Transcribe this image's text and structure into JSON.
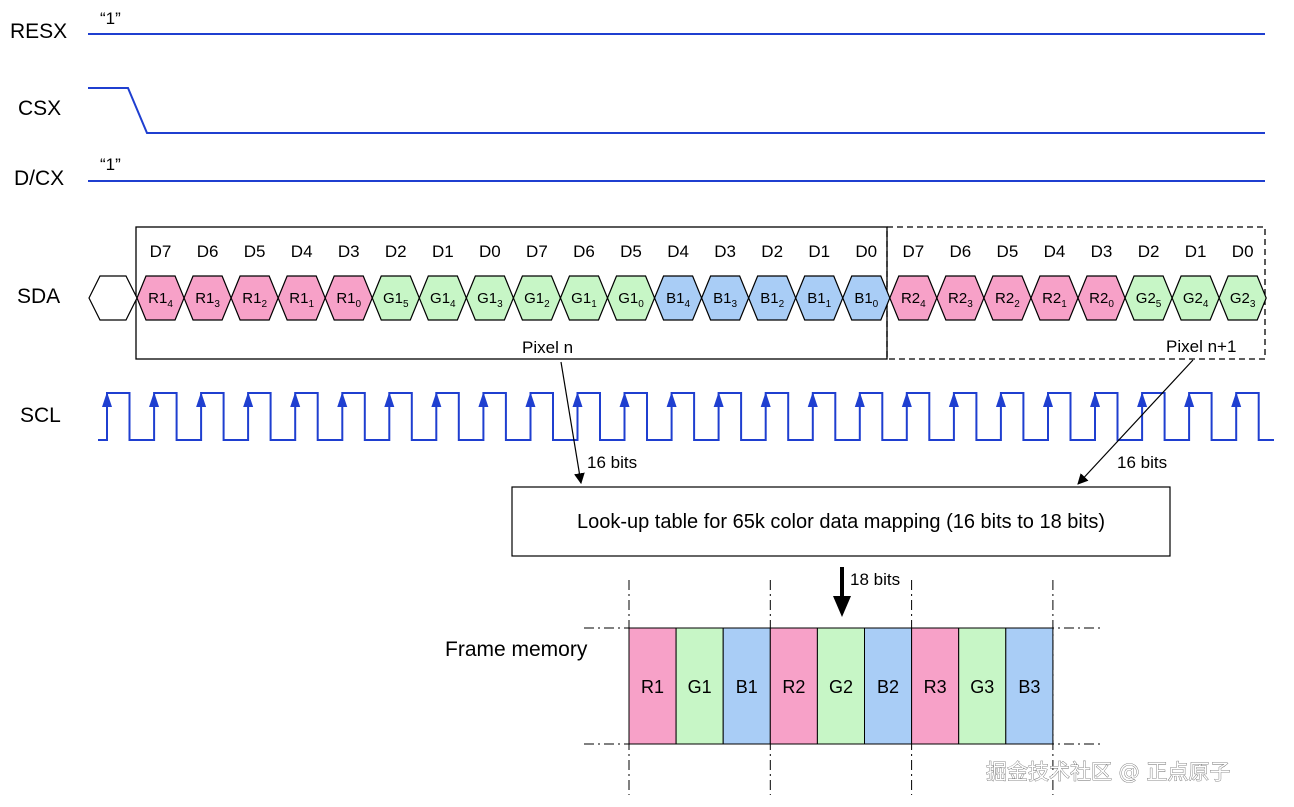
{
  "colors": {
    "signal": "#1f3fd0",
    "red": "#f7a1c8",
    "green": "#c7f6c6",
    "blue": "#a9cdf6",
    "outline": "#000000"
  },
  "signals": {
    "resx": {
      "label": "RESX",
      "level": "“1”"
    },
    "csx": {
      "label": "CSX"
    },
    "dcx": {
      "label": "D/CX",
      "level": "“1”"
    },
    "sda": {
      "label": "SDA"
    },
    "scl": {
      "label": "SCL"
    }
  },
  "bit_labels": [
    "D7",
    "D6",
    "D5",
    "D4",
    "D3",
    "D2",
    "D1",
    "D0",
    "D7",
    "D6",
    "D5",
    "D4",
    "D3",
    "D2",
    "D1",
    "D0",
    "D7",
    "D6",
    "D5",
    "D4",
    "D3",
    "D2",
    "D1",
    "D0"
  ],
  "sda_cells": [
    {
      "base": "R1",
      "sub": "4",
      "color": "red"
    },
    {
      "base": "R1",
      "sub": "3",
      "color": "red"
    },
    {
      "base": "R1",
      "sub": "2",
      "color": "red"
    },
    {
      "base": "R1",
      "sub": "1",
      "color": "red"
    },
    {
      "base": "R1",
      "sub": "0",
      "color": "red"
    },
    {
      "base": "G1",
      "sub": "5",
      "color": "green"
    },
    {
      "base": "G1",
      "sub": "4",
      "color": "green"
    },
    {
      "base": "G1",
      "sub": "3",
      "color": "green"
    },
    {
      "base": "G1",
      "sub": "2",
      "color": "green"
    },
    {
      "base": "G1",
      "sub": "1",
      "color": "green"
    },
    {
      "base": "G1",
      "sub": "0",
      "color": "green"
    },
    {
      "base": "B1",
      "sub": "4",
      "color": "blue"
    },
    {
      "base": "B1",
      "sub": "3",
      "color": "blue"
    },
    {
      "base": "B1",
      "sub": "2",
      "color": "blue"
    },
    {
      "base": "B1",
      "sub": "1",
      "color": "blue"
    },
    {
      "base": "B1",
      "sub": "0",
      "color": "blue"
    },
    {
      "base": "R2",
      "sub": "4",
      "color": "red"
    },
    {
      "base": "R2",
      "sub": "3",
      "color": "red"
    },
    {
      "base": "R2",
      "sub": "2",
      "color": "red"
    },
    {
      "base": "R2",
      "sub": "1",
      "color": "red"
    },
    {
      "base": "R2",
      "sub": "0",
      "color": "red"
    },
    {
      "base": "G2",
      "sub": "5",
      "color": "green"
    },
    {
      "base": "G2",
      "sub": "4",
      "color": "green"
    },
    {
      "base": "G2",
      "sub": "3",
      "color": "green"
    }
  ],
  "pixel_n_label": "Pixel n",
  "pixel_n1_label": "Pixel n+1",
  "bits16_left": "16 bits",
  "bits16_right": "16 bits",
  "lut_label": "Look-up table for 65k color data mapping (16 bits to 18 bits)",
  "bits18": "18 bits",
  "frame_memory_label": "Frame memory",
  "frame_cells": [
    {
      "label": "R1",
      "color": "red"
    },
    {
      "label": "G1",
      "color": "green"
    },
    {
      "label": "B1",
      "color": "blue"
    },
    {
      "label": "R2",
      "color": "red"
    },
    {
      "label": "G2",
      "color": "green"
    },
    {
      "label": "B2",
      "color": "blue"
    },
    {
      "label": "R3",
      "color": "red"
    },
    {
      "label": "G3",
      "color": "green"
    },
    {
      "label": "B3",
      "color": "blue"
    }
  ],
  "watermark": "掘金技术社区 @ 正点原子"
}
